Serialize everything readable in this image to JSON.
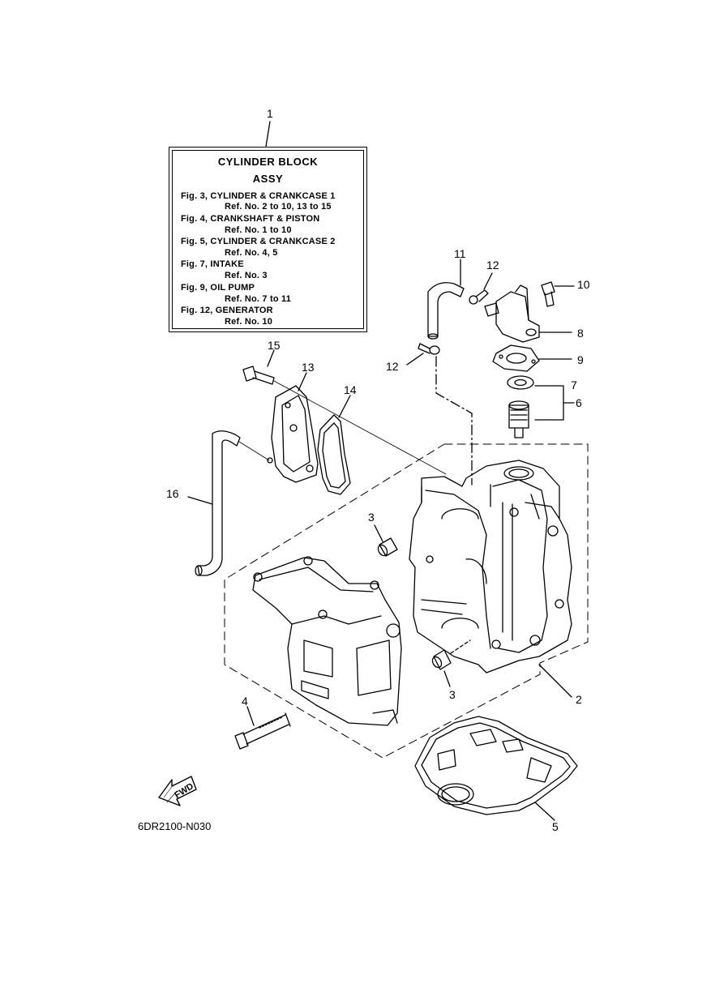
{
  "reference_box": {
    "title_line1": "CYLINDER BLOCK",
    "title_line2": "ASSY",
    "entries": [
      {
        "fig": "Fig. 3, CYLINDER & CRANKCASE 1",
        "ref": "Ref. No. 2 to 10, 13 to 15"
      },
      {
        "fig": "Fig. 4, CRANKSHAFT & PISTON",
        "ref": "Ref. No. 1 to 10"
      },
      {
        "fig": "Fig. 5, CYLINDER & CRANKCASE 2",
        "ref": "Ref. No. 4, 5"
      },
      {
        "fig": "Fig. 7, INTAKE",
        "ref": "Ref. No. 3"
      },
      {
        "fig": "Fig. 9, OIL PUMP",
        "ref": "Ref. No. 7 to 11"
      },
      {
        "fig": "Fig. 12, GENERATOR",
        "ref": "Ref. No. 10"
      }
    ]
  },
  "callouts": {
    "c1": "1",
    "c2": "2",
    "c3a": "3",
    "c3b": "3",
    "c4": "4",
    "c5": "5",
    "c6": "6",
    "c7": "7",
    "c8": "8",
    "c9": "9",
    "c10": "10",
    "c11": "11",
    "c12a": "12",
    "c12b": "12",
    "c13": "13",
    "c14": "14",
    "c15": "15",
    "c16": "16"
  },
  "fwd_label": "FWD",
  "diagram_code": "6DR2100-N030",
  "colors": {
    "line": "#000000",
    "background": "#ffffff"
  }
}
